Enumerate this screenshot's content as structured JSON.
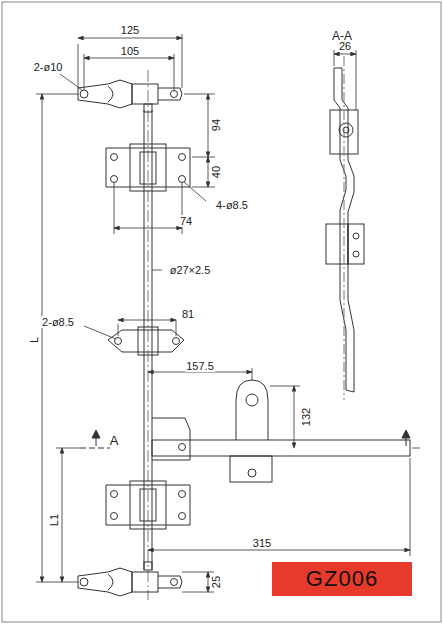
{
  "diagram": {
    "nodes": [
      {
        "text": [
          "GZ006"
        ]
      }
    ],
    "edges": [],
    "labels": [
      "125",
      "105",
      "2-ø10",
      "94",
      "40",
      "4-ø8.5",
      "74",
      "ø27×2.5",
      "2-ø8.5",
      "81",
      "157.5",
      "132",
      "315",
      "L",
      "L1",
      "25",
      "A-A",
      "26",
      "A"
    ]
  }
}
